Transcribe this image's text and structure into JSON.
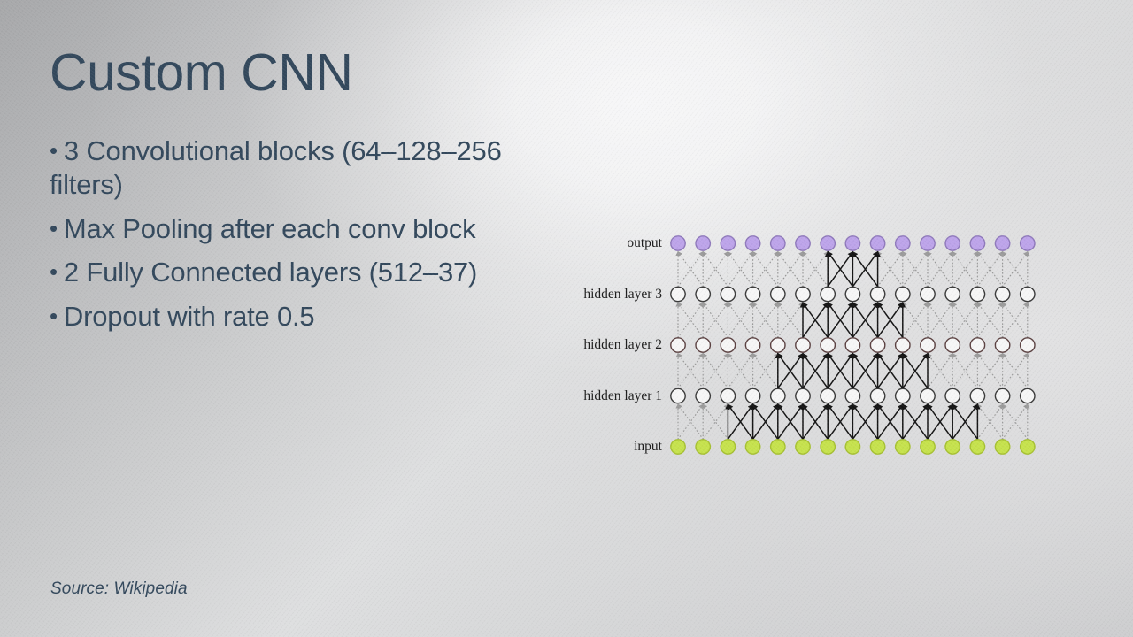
{
  "slide": {
    "title": "Custom CNN",
    "bullet_marker": "•",
    "bullets": [
      "3 Convolutional blocks (64–128–256 filters)",
      "Max Pooling after each conv block",
      "2 Fully Connected layers (512–37)",
      "Dropout with rate 0.5"
    ],
    "source": "Source: Wikipedia",
    "colors": {
      "text": "#33485c",
      "background_light": "#f2f2f3",
      "background_dark": "#a9aaac"
    }
  },
  "diagram": {
    "name": "deep-neural-network-diagram",
    "layers": [
      {
        "label": "output",
        "nodes": 15,
        "fill": "#bda4ea",
        "stroke": "#8f79bb",
        "row": 0
      },
      {
        "label": "hidden layer 3",
        "nodes": 15,
        "fill": "#f6f6f6",
        "stroke": "#3a3a3a",
        "row": 1
      },
      {
        "label": "hidden layer 2",
        "nodes": 15,
        "fill": "#f6f6f6",
        "stroke": "#5a4040",
        "row": 2
      },
      {
        "label": "hidden layer 1",
        "nodes": 15,
        "fill": "#f6f6f6",
        "stroke": "#3a3a3a",
        "row": 3
      },
      {
        "label": "input",
        "nodes": 15,
        "fill": "#c6e24d",
        "stroke": "#a6c033",
        "row": 4
      }
    ],
    "edges": {
      "inactive_color": "#9b9b9b",
      "inactive_style": "dotted",
      "active_color": "#151515",
      "active_style": "solid-arrow",
      "fan": 1,
      "active_cone_half_width": [
        1,
        2,
        3,
        5
      ],
      "active_center_index": 7
    }
  }
}
